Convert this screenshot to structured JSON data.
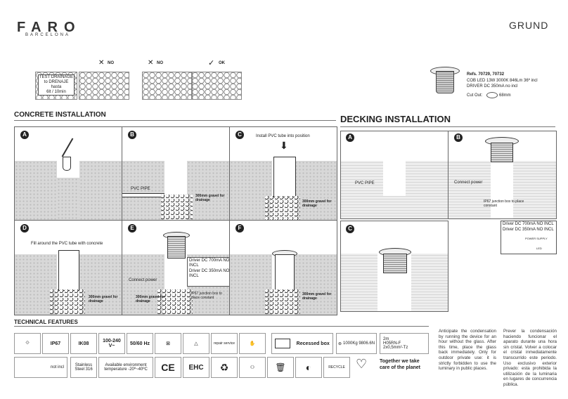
{
  "brand": {
    "name": "FARO",
    "sub": "BARCELONA"
  },
  "model": "GRUND",
  "drainage": {
    "test_label": "TEST DRAINAGE to DRENAJE hasta",
    "test_value": "6lt / 10min",
    "no1": "NO",
    "no2": "NO",
    "ok": "OK"
  },
  "product": {
    "refs": "Refs. 70729, 70732",
    "line1": "COB LED 13W 3000K 846Lm 36º incl",
    "line2": "DRIVER DC 350mA no incl",
    "cutout_label": "Cut Out:",
    "cutout_value": "68mm"
  },
  "concrete": {
    "title": "CONCRETE INSTALLATION",
    "steps": {
      "a": "A",
      "b": "B",
      "c": "C",
      "d": "D",
      "e": "E",
      "f": "F"
    },
    "pvc_pipe": "PVC PIPE",
    "gravel": "300mm gravel for drainage",
    "install_pvc": "Install PVC tube into position",
    "fill": "Fill around the PVC tube with concrete",
    "connect_power": "Connect power",
    "driver_700": "Driver DC 700mA NO INCL",
    "driver_350": "Driver DC 350mA NO INCL",
    "junction": "IP67 junction box to place constant"
  },
  "decking": {
    "title": "DECKING INSTALLATION",
    "steps": {
      "a": "A",
      "b": "B",
      "c": "C"
    },
    "pvc_pipe": "PVC PIPE",
    "connect_power": "Connect power",
    "junction": "IP67 junction box to place constant",
    "driver_700": "Driver DC 700mA NO INCL",
    "driver_350": "Driver DC 350mA NO INCL",
    "power_supply": "POWER SUPPLY",
    "led": "LED"
  },
  "tech": {
    "title": "TECHNICAL FEATURES",
    "ip": "IP67",
    "ik": "IK08",
    "voltage": "100-240 V~",
    "hz": "50/60 Hz",
    "recessed": "Recessed box",
    "weight": "1000Kg 9806.6N",
    "cable1": "2m",
    "cable2": "H05RN-F",
    "cable3": "2x0,5mm²-Tz",
    "not_incl": "not incl",
    "steel": "Stainless Steel 316",
    "env": "Available environment temperature -20º~40ºC",
    "planet": "Together we take care of the planet",
    "repair": "repair service",
    "recycle": "RECYCLE"
  },
  "notes": {
    "en": "Anticipate the condensation by running the device for an hour without the glass. After this time, place the glass back immediately. Only for outdoor private use: it is strictly forbidden to use the luminary in public places.",
    "es": "Prever la condensación haciendo funcionar el aparato durante una hora sin cristal. Volver a colocar el cristal inmediatamente transcurrido este periodo. Uso exclusivo exterior privado: esta prohibida la utilización de la luminaria en lugares de concurrencia pública."
  }
}
